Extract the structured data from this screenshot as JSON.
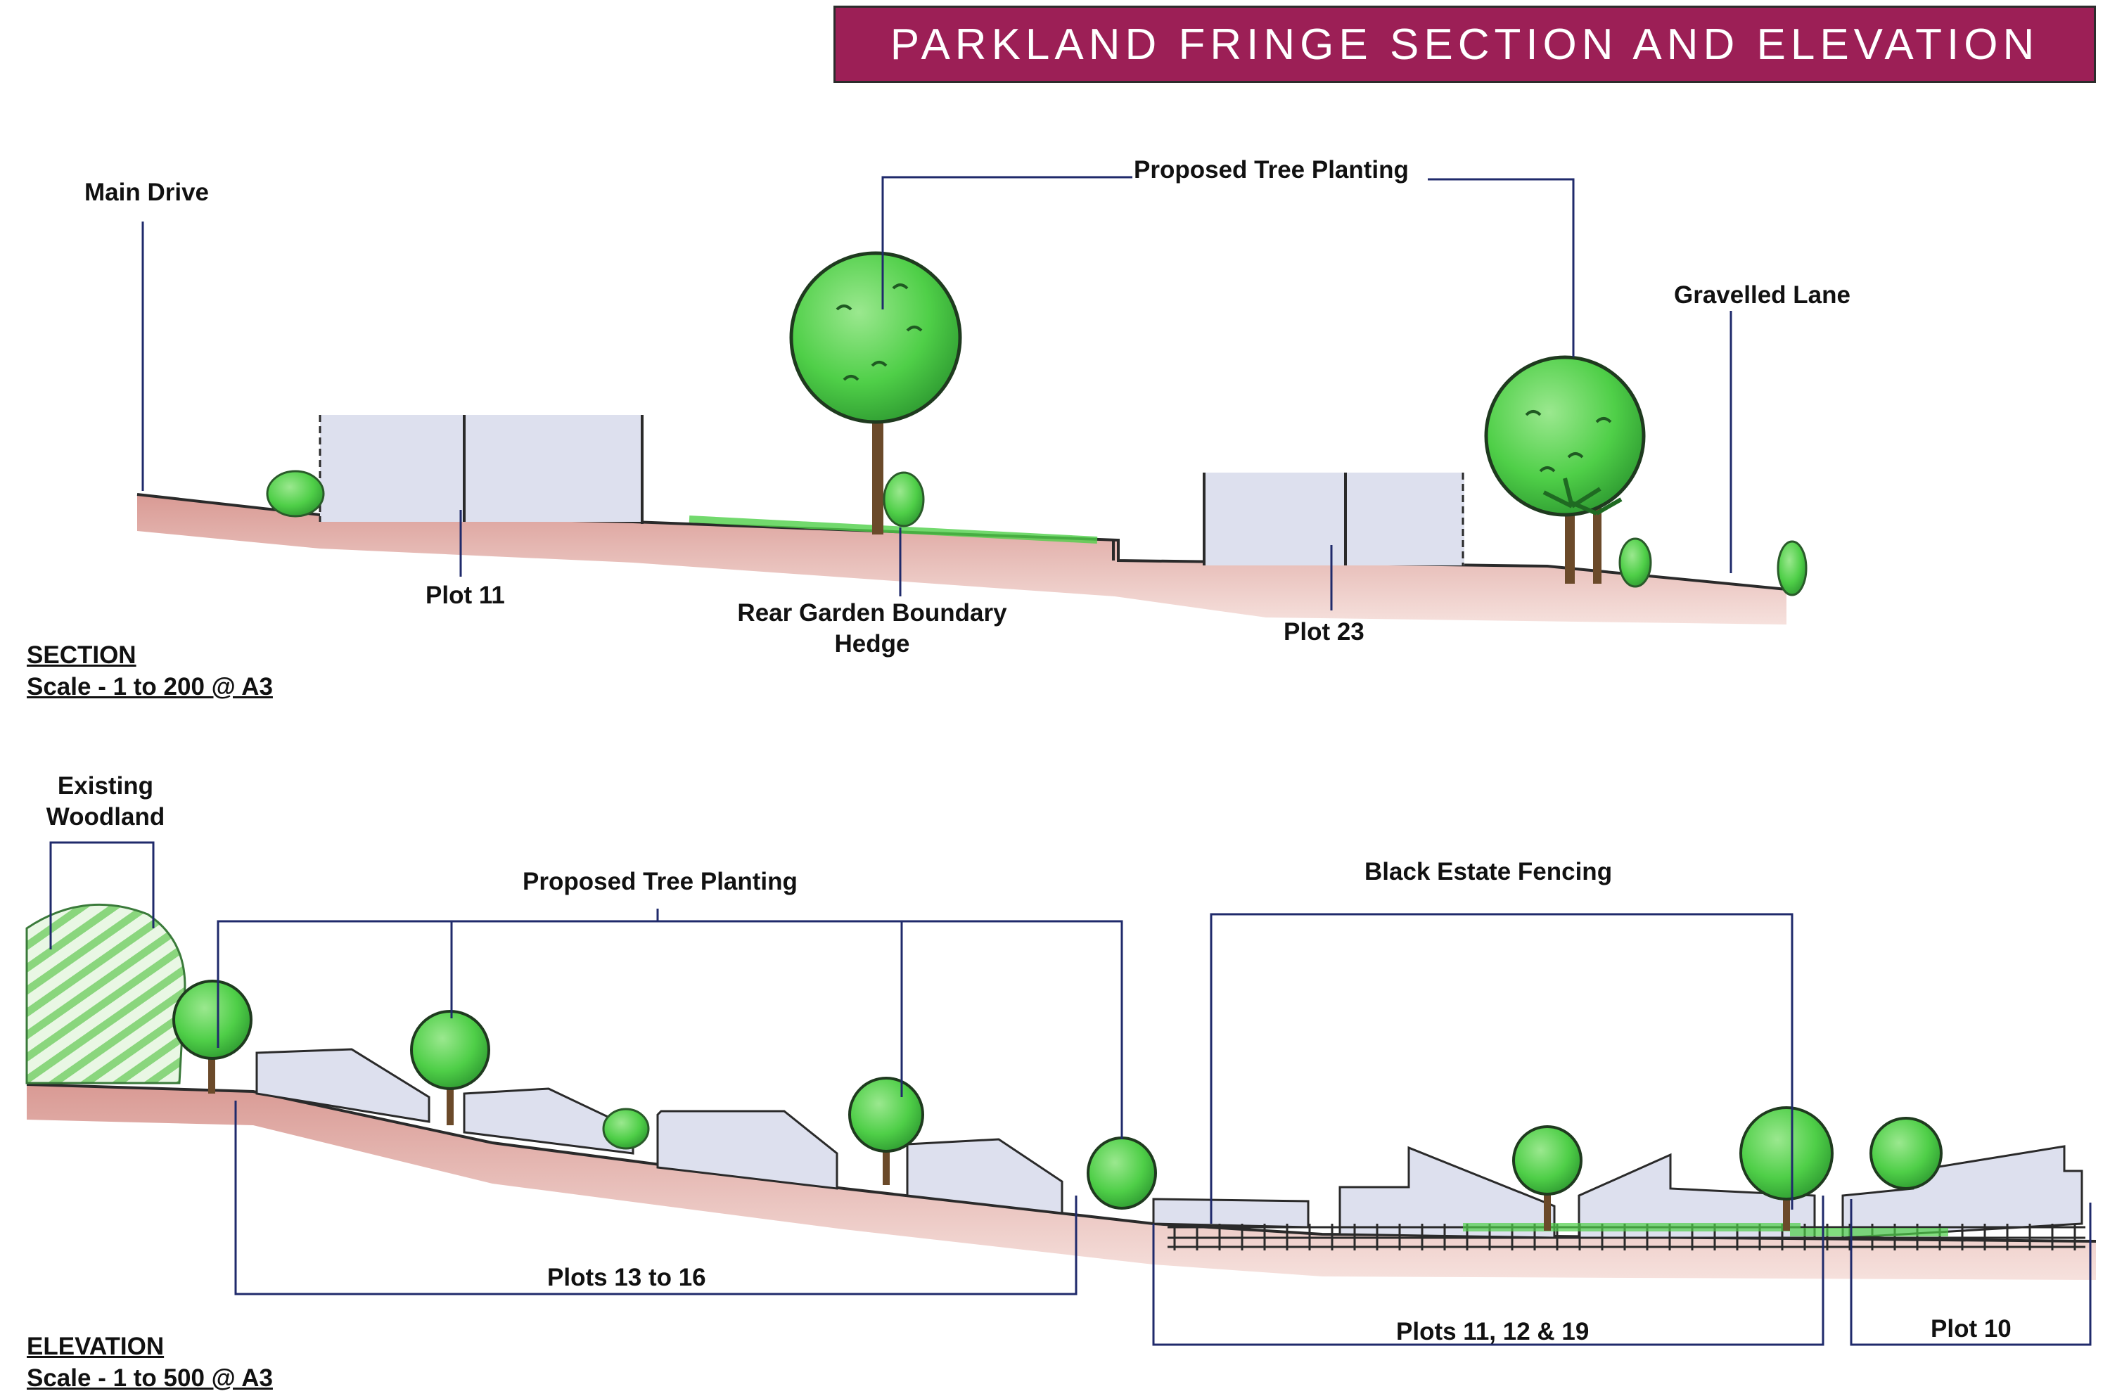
{
  "title": "PARKLAND FRINGE SECTION AND ELEVATION",
  "section": {
    "heading": "SECTION",
    "scale": "Scale - 1 to 200 @ A3",
    "labels": {
      "main_drive": "Main Drive",
      "proposed_tree_planting": "Proposed Tree Planting",
      "gravelled_lane": "Gravelled Lane",
      "plot_11": "Plot 11",
      "rear_garden_line1": "Rear Garden Boundary",
      "rear_garden_line2": "Hedge",
      "plot_23": "Plot 23"
    }
  },
  "elevation": {
    "heading": "ELEVATION",
    "scale": "Scale - 1 to 500 @ A3",
    "labels": {
      "existing_line1": "Existing",
      "existing_line2": "Woodland",
      "proposed_tree_planting": "Proposed Tree Planting",
      "black_estate_fencing": "Black Estate Fencing",
      "plots_13_16": "Plots 13 to 16",
      "plots_11_12_19": "Plots 11, 12 & 19",
      "plot_10": "Plot 10"
    }
  },
  "colors": {
    "banner": "#9c1f56",
    "leader": "#1f2a6b",
    "ground": "#e2aaa4",
    "building": "#dde0ee",
    "tree_green": "#4fcf48",
    "tree_dark": "#1f7a22"
  }
}
